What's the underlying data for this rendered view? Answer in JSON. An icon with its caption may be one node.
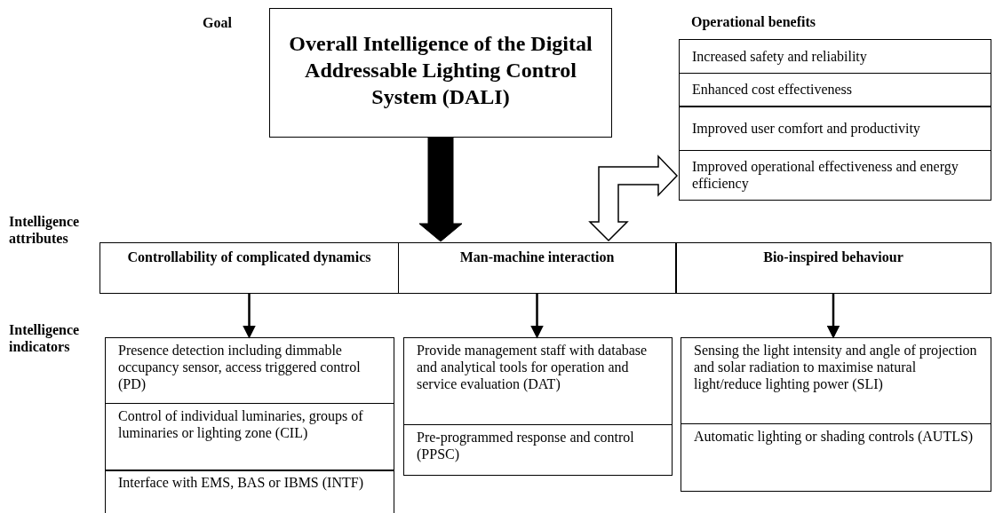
{
  "diagram": {
    "nodes": [
      {
        "text": [
          "Overall Intelligence of the Digital Addressable Lighting Control System (DALI)"
        ]
      },
      {
        "text": [
          "Operational benefits"
        ]
      },
      {
        "text": [
          "Increased safety and reliability"
        ],
        "in": 1
      },
      {
        "text": [
          "Enhanced cost effectiveness"
        ],
        "in": 1
      },
      {
        "text": [
          "Improved user comfort and productivity"
        ],
        "in": 1
      },
      {
        "text": [
          "Improved operational effectiveness and energy efficiency"
        ],
        "in": 1
      },
      {
        "text": [
          "Controllability of complicated dynamics"
        ]
      },
      {
        "text": [
          "Man-machine interaction"
        ]
      },
      {
        "text": [
          "Bio-inspired behaviour"
        ]
      },
      {
        "text": [
          "Presence detection including dimmable occupancy sensor, access triggered control (PD)"
        ]
      },
      {
        "text": [
          "Control of individual luminaries, groups of luminaries or lighting zone (CIL)"
        ]
      },
      {
        "text": [
          "Interface with EMS, BAS or IBMS (INTF)"
        ]
      },
      {
        "text": [
          "Provide management staff with database and analytical tools for operation and service evaluation (DAT)"
        ]
      },
      {
        "text": [
          "Pre-programmed response and control (PPSC)"
        ]
      },
      {
        "text": [
          "Sensing the light intensity and angle of projection and solar radiation to maximise natural light/reduce lighting power (SLI)"
        ]
      },
      {
        "text": [
          "Automatic lighting or shading controls (AUTLS)"
        ]
      }
    ],
    "edges": [
      {
        "from": 0,
        "to": 7,
        "arrow": "to",
        "style": "thick"
      },
      {
        "from": 7,
        "to": 1,
        "arrow": "both"
      },
      {
        "from": 6,
        "to": 9,
        "arrow": "to"
      },
      {
        "from": 7,
        "to": 12,
        "arrow": "to"
      },
      {
        "from": 8,
        "to": 14,
        "arrow": "to"
      }
    ],
    "labels": [
      "Goal",
      "Intelligence attributes",
      "Intelligence indicators"
    ]
  }
}
